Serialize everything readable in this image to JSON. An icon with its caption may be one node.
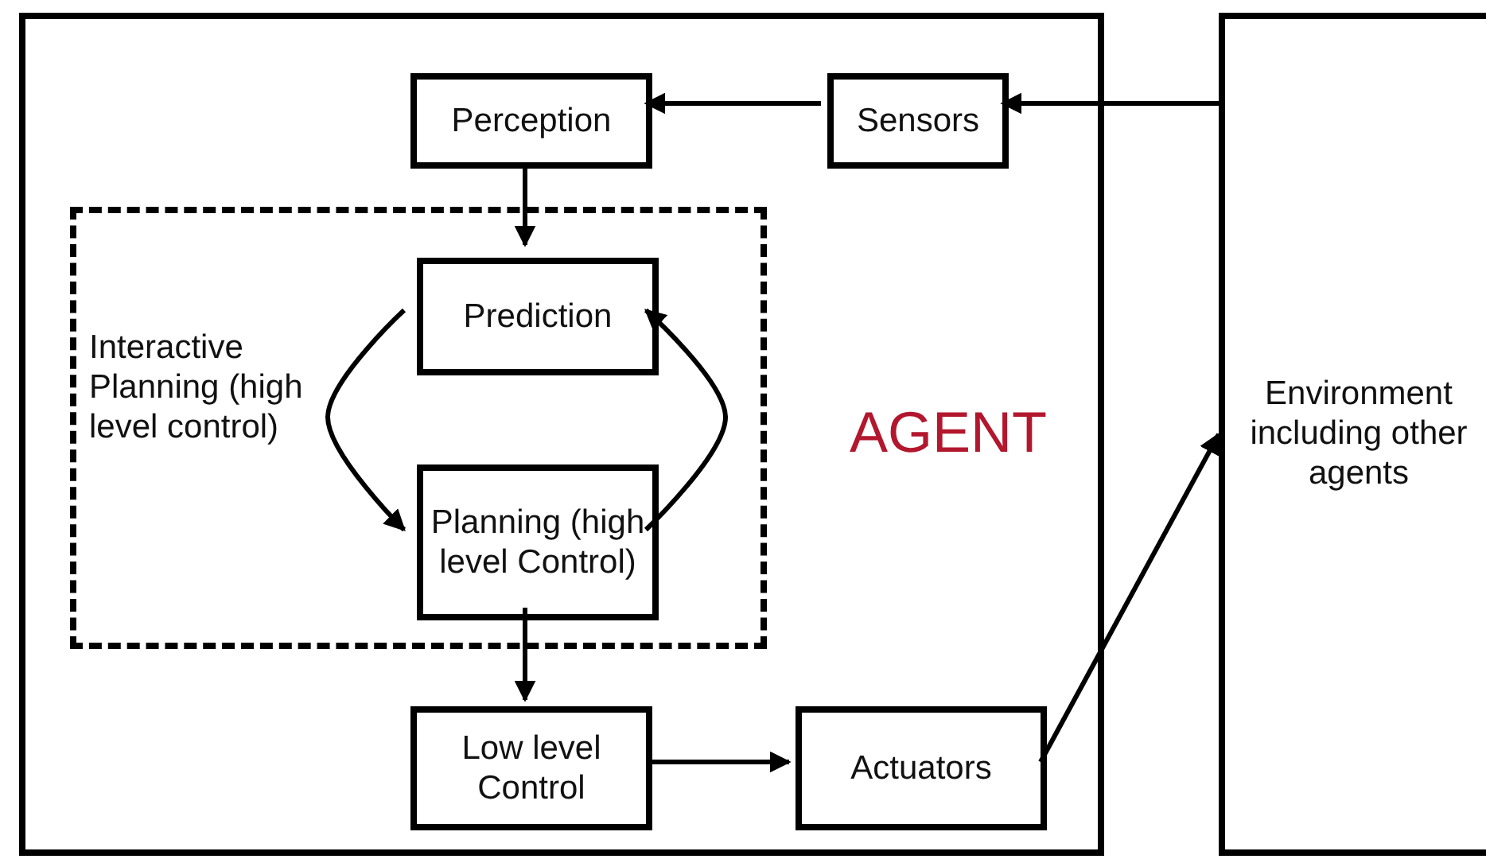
{
  "diagram": {
    "nodes": [
      {
        "text": [
          "AGENT"
        ]
      },
      {
        "text": [
          "Perception"
        ],
        "in": 0
      },
      {
        "text": [
          "Sensors"
        ],
        "in": 0
      },
      {
        "text": [
          "Interactive Planning (high level control)"
        ],
        "in": 0
      },
      {
        "text": [
          "Prediction"
        ],
        "in": 3
      },
      {
        "text": [
          "Planning (high level Control)"
        ],
        "in": 3
      },
      {
        "text": [
          "Low level Control"
        ],
        "in": 0
      },
      {
        "text": [
          "Actuators"
        ],
        "in": 0
      },
      {
        "text": [
          "Environment including other agents"
        ]
      }
    ],
    "edges": [
      {
        "from": 8,
        "to": 2,
        "arrow": "to"
      },
      {
        "from": 2,
        "to": 1,
        "arrow": "to"
      },
      {
        "from": 1,
        "to": 4,
        "arrow": "to"
      },
      {
        "from": 4,
        "to": 5,
        "arrow": "to"
      },
      {
        "from": 5,
        "to": 4,
        "arrow": "to"
      },
      {
        "from": 5,
        "to": 6,
        "arrow": "to"
      },
      {
        "from": 6,
        "to": 7,
        "arrow": "to"
      },
      {
        "from": 7,
        "to": 8,
        "arrow": "to"
      }
    ]
  }
}
